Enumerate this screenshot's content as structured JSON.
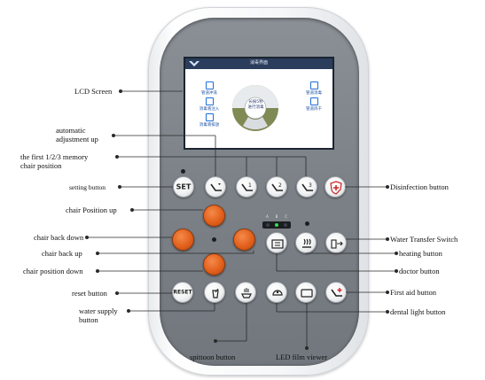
{
  "lcd": {
    "title": "消毒界面",
    "items": [
      "管道冲洗",
      "消毒液注入",
      "消毒液排放",
      "管道消毒",
      "管道风干"
    ],
    "center": "长按5秒\n进行消毒"
  },
  "buttons": {
    "set": "SET",
    "reset": "RESET",
    "memory": [
      "1",
      "2",
      "3"
    ]
  },
  "led_labels": [
    "A",
    "B",
    "C"
  ],
  "labels": {
    "lcd_screen": "LCD Screen",
    "auto_adjust": "automatic\nadjustment up",
    "memory_position": "the first 1/2/3 memory\nchair position",
    "setting_button": "setting button",
    "chair_position_up": "chair Position up",
    "chair_back_down": "chair back down",
    "chair_back_up": "chair back up",
    "chair_position_down": "chair position down",
    "reset_button": "reset button",
    "water_supply_button": "water supply\nbutton",
    "spittoon_button": "spittoon button",
    "led_film_viewer": "LED film viewer",
    "disinfection_button": "Disinfection button",
    "water_transfer_switch": "Water Transfer Switch",
    "heating_button": "heating button",
    "doctor_button": "doctor button",
    "first_aid_button": "First aid button",
    "dental_light_button": "dental light button"
  },
  "colors": {
    "panel": "#7b8187",
    "orange": "#e2601c",
    "lcd_blue": "#1a4fa0",
    "led_green": "#35e04a"
  }
}
